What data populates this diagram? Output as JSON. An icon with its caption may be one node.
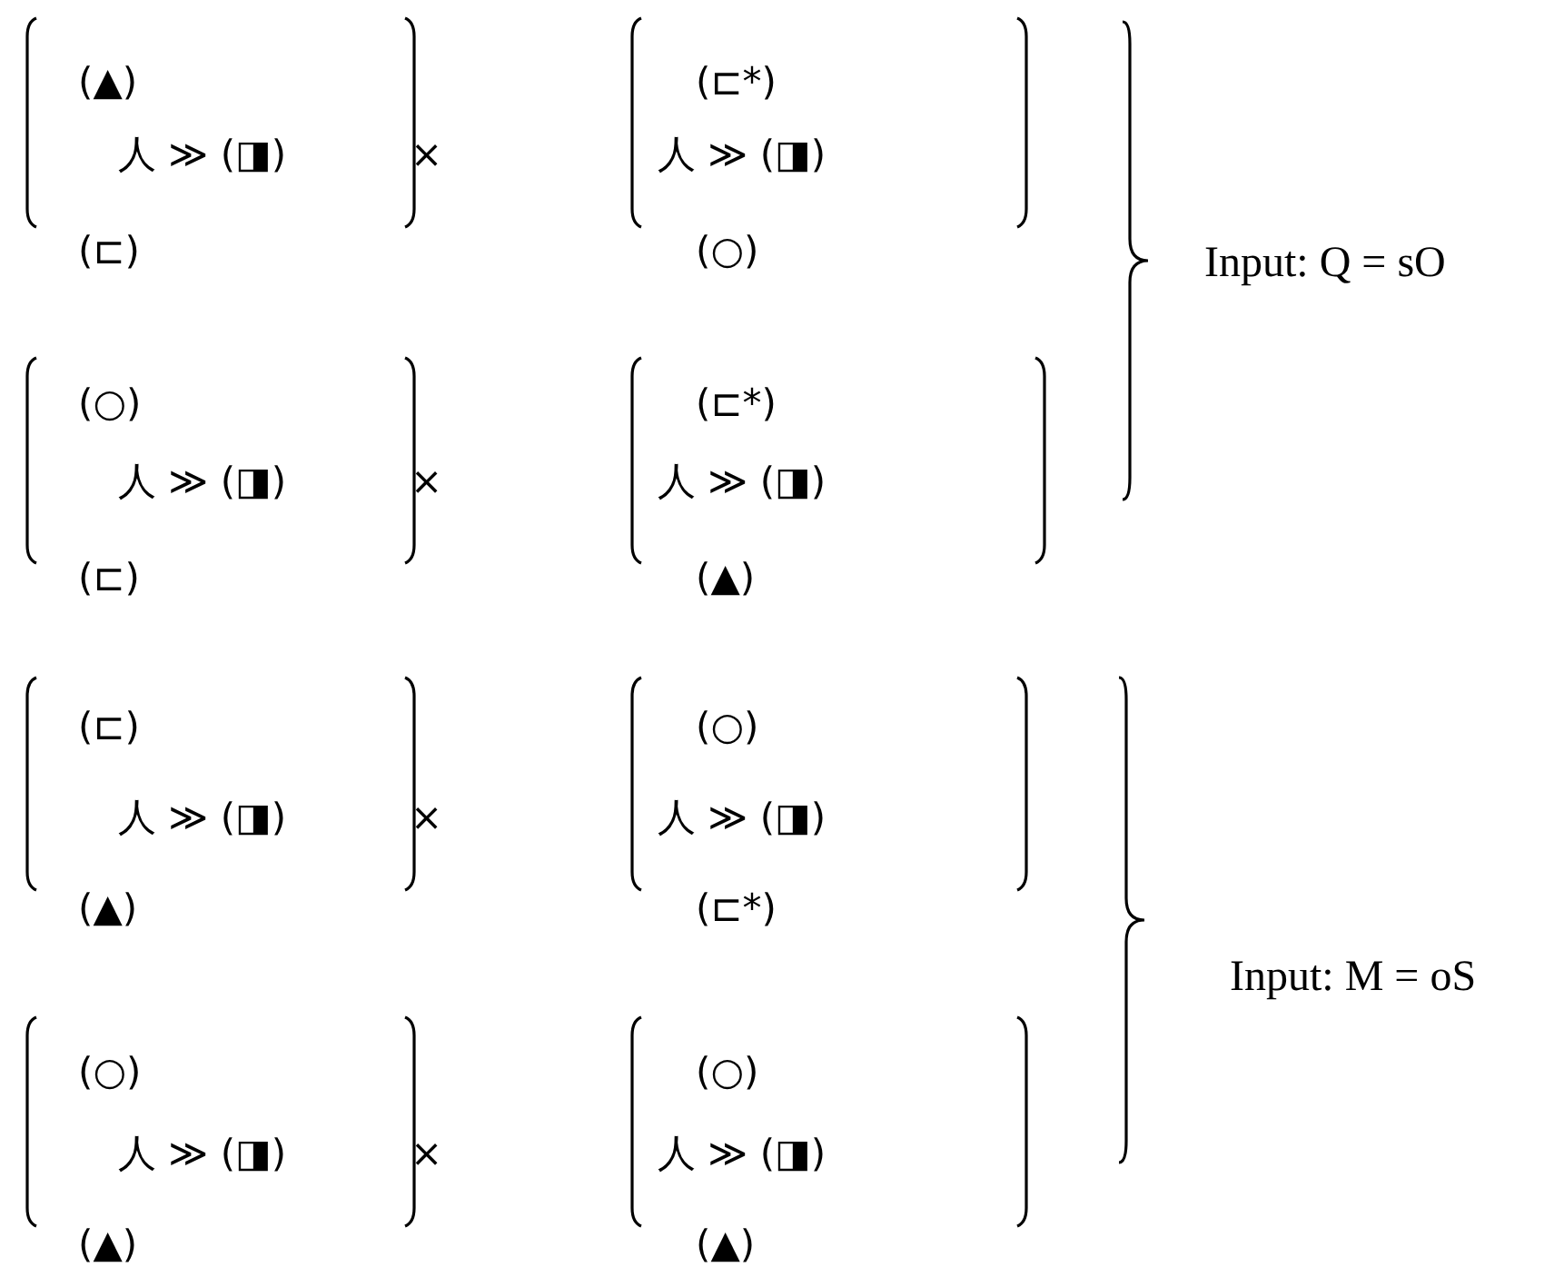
{
  "diagram": {
    "labels": [
      "(▲)",
      "人 ≫ (◨)",
      "(⊏)",
      "×",
      "(⊏*)",
      "人 ≫ (◨)",
      "(○)",
      "(○)",
      "人 ≫ (◨)",
      "(⊏)",
      "×",
      "(⊏*)",
      "人 ≫ (◨)",
      "(▲)",
      "Input: Q = sO",
      "(⊏)",
      "人 ≫ (◨)",
      "(▲)",
      "×",
      "(○)",
      "人 ≫ (◨)",
      "(⊏*)",
      "(○)",
      "人 ≫ (◨)",
      "(▲)",
      "×",
      "(○)",
      "人 ≫ (◨)",
      "(▲)",
      "Input: M = oS"
    ]
  }
}
